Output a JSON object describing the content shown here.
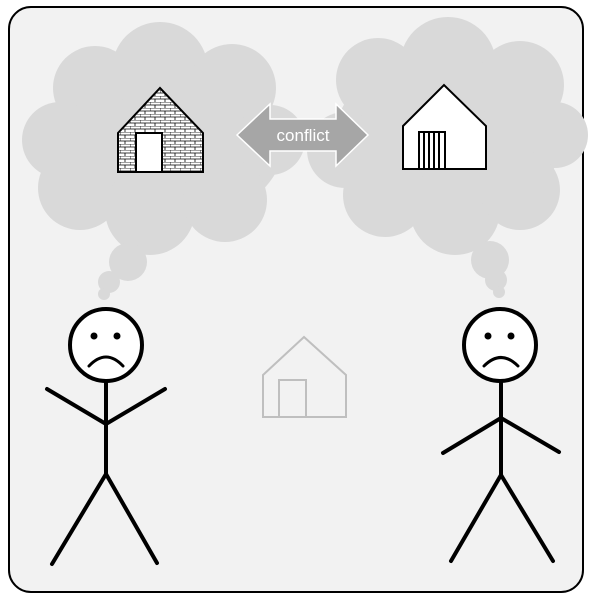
{
  "conflict_label": "conflict",
  "colors": {
    "panel_background": "#f2f2f2",
    "panel_border": "#000000",
    "thought_cloud": "#d9d9d9",
    "arrow_fill": "#a6a6a6",
    "arrow_text": "#ffffff",
    "faded_house": "#bfbfbf",
    "figure_stroke": "#000000"
  },
  "icons": {
    "left_thought_house": "brick-house-icon",
    "right_thought_house": "barn-door-house-icon",
    "center_house": "faded-house-icon",
    "left_person": "sad-stick-figure",
    "right_person": "sad-stick-figure"
  }
}
